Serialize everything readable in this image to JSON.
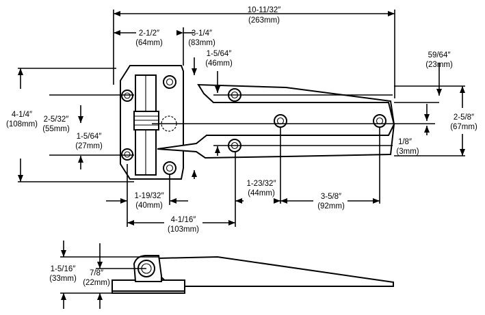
{
  "dimensions": {
    "overall_length": {
      "imperial": "10-11/32″",
      "metric": "(263mm)"
    },
    "width_2_1_2": {
      "imperial": "2-1/2″",
      "metric": "(64mm)"
    },
    "width_3_1_4": {
      "imperial": "3-1/4″",
      "metric": "(83mm)"
    },
    "strap_1_5_64_top": {
      "imperial": "1-5/64″",
      "metric": "(46mm)"
    },
    "strap_59_64": {
      "imperial": "59/64″",
      "metric": "(23mm)"
    },
    "height_4_1_4": {
      "imperial": "4-1/4″",
      "metric": "(108mm)"
    },
    "height_2_5_32": {
      "imperial": "2-5/32″",
      "metric": "(55mm)"
    },
    "height_1_5_64": {
      "imperial": "1-5/64″",
      "metric": "(27mm)"
    },
    "height_2_5_8": {
      "imperial": "2-5/8″",
      "metric": "(67mm)"
    },
    "offset_1_8": {
      "imperial": "1/8″",
      "metric": "(3mm)"
    },
    "spacing_1_23_32": {
      "imperial": "1-23/32″",
      "metric": "(44mm)"
    },
    "spacing_3_5_8": {
      "imperial": "3-5/8″",
      "metric": "(92mm)"
    },
    "spacing_1_19_32": {
      "imperial": "1-19/32″",
      "metric": "(40mm)"
    },
    "spacing_4_1_16": {
      "imperial": "4-1/16″",
      "metric": "(103mm)"
    },
    "side_1_5_16": {
      "imperial": "1-5/16″",
      "metric": "(33mm)"
    },
    "side_7_8": {
      "imperial": "7/8″",
      "metric": "(22mm)"
    }
  }
}
